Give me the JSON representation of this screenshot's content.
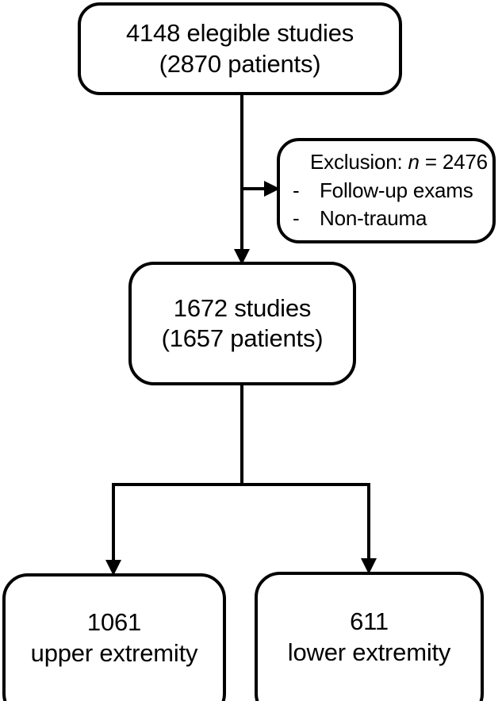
{
  "chart_data": {
    "type": "diagram",
    "diagram_kind": "flowchart",
    "title": "",
    "nodes": [
      {
        "id": "eligible-studies",
        "lines": [
          "4148 elegible studies",
          "(2870 patients)"
        ],
        "line1": "4148 elegible studies",
        "line2": "(2870 patients)",
        "studies": 4148,
        "patients": 2870
      },
      {
        "id": "exclusion",
        "title_prefix": "Exclusion: ",
        "title_symbol": "n",
        "title_value": " = 2476",
        "n": 2476,
        "dash": "-",
        "items": [
          "Follow-up exams",
          "Non-trauma"
        ]
      },
      {
        "id": "included-studies",
        "lines": [
          "1672 studies",
          "(1657 patients)"
        ],
        "line1": "1672 studies",
        "line2": "(1657 patients)",
        "studies": 1672,
        "patients": 1657
      },
      {
        "id": "upper-extremity",
        "lines": [
          "1061",
          "upper extremity"
        ],
        "line1": "1061",
        "line2": "upper extremity",
        "count": 1061
      },
      {
        "id": "lower-extremity",
        "lines": [
          "611",
          "lower extremity"
        ],
        "line1": "611",
        "line2": "lower extremity",
        "count": 611
      }
    ],
    "edges": [
      {
        "from": "eligible-studies",
        "to": "exclusion",
        "label": ""
      },
      {
        "from": "eligible-studies",
        "to": "included-studies",
        "label": ""
      },
      {
        "from": "included-studies",
        "to": "upper-extremity",
        "label": ""
      },
      {
        "from": "included-studies",
        "to": "lower-extremity",
        "label": ""
      }
    ],
    "colors": {
      "stroke": "#000000",
      "fill": "#ffffff",
      "text": "#000000",
      "background": "#ffffff"
    }
  }
}
